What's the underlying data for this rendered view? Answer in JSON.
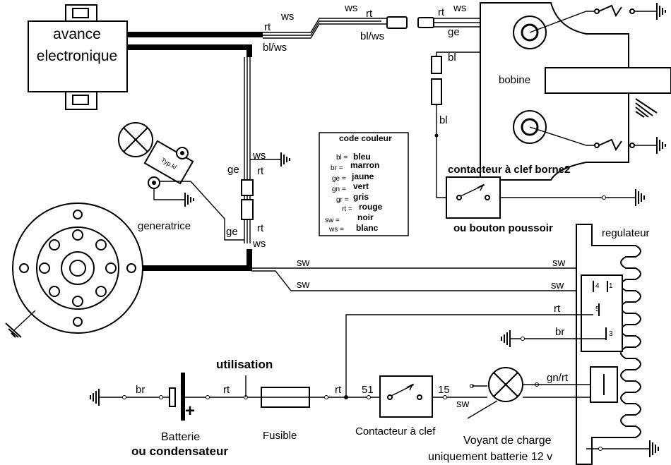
{
  "components": {
    "avance": {
      "line1": "avance",
      "line2": "electronique"
    },
    "bobine": "bobine",
    "generatrice": "generatrice",
    "regulateur": "regulateur",
    "batterie": {
      "line1": "Batterie",
      "line2": "ou condensateur"
    },
    "fusible": "Fusible",
    "utilisation": "utilisation",
    "contacteur_clef": "Contacteur à clef",
    "contacteur_borne": "contacteur à clef borne2",
    "bouton": "ou bouton poussoir",
    "voyant": {
      "line1": "Voyant de charge",
      "line2": "uniquement batterie 12 v"
    },
    "coil_small_label": "Typ.kl"
  },
  "legend": {
    "title": "code couleur",
    "entries": [
      {
        "code": "bl =",
        "name": "bleu"
      },
      {
        "code": "br =",
        "name": "marron"
      },
      {
        "code": "ge =",
        "name": "jaune"
      },
      {
        "code": "gn =",
        "name": "vert"
      },
      {
        "code": "gr =",
        "name": "gris"
      },
      {
        "code": "rt =",
        "name": "rouge"
      },
      {
        "code": "sw =",
        "name": "noir"
      },
      {
        "code": "ws =",
        "name": "blanc"
      }
    ]
  },
  "wires": {
    "rt": "rt",
    "ws": "ws",
    "blws": "bl/ws",
    "ge": "ge",
    "bl": "bl",
    "sw": "sw",
    "br": "br",
    "gnrt": "gn/rt"
  },
  "terminals": {
    "t51": "51",
    "t15": "15",
    "reg1": "1",
    "reg3": "3",
    "reg4": "4",
    "reg5": "5"
  },
  "symbols": {
    "plus": "+"
  }
}
